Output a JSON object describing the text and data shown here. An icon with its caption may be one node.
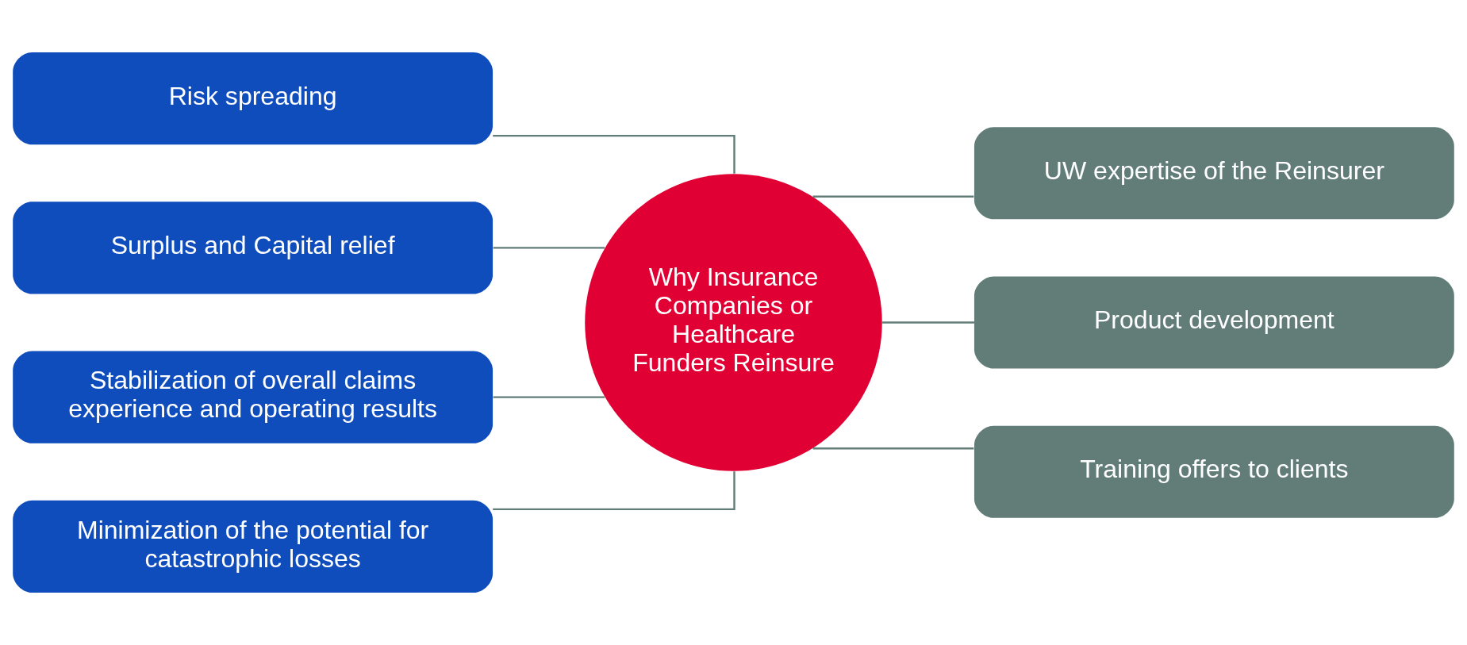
{
  "diagram": {
    "nodes": [
      {
        "text": [
          "Risk spreading"
        ]
      },
      {
        "text": [
          "Surplus and Capital relief"
        ]
      },
      {
        "text": [
          "Stabilization of overall claims experience and operating results"
        ]
      },
      {
        "text": [
          "Minimization of the potential for catastrophic losses"
        ]
      },
      {
        "text": [
          "Why Insurance Companies or Healthcare Funders Reinsure"
        ]
      },
      {
        "text": [
          "UW expertise of the Reinsurer"
        ]
      },
      {
        "text": [
          "Product development"
        ]
      },
      {
        "text": [
          "Training offers to clients"
        ]
      }
    ],
    "edges": [
      {
        "from": 0,
        "to": 4,
        "arrow": "none"
      },
      {
        "from": 1,
        "to": 4,
        "arrow": "none"
      },
      {
        "from": 2,
        "to": 4,
        "arrow": "none"
      },
      {
        "from": 3,
        "to": 4,
        "arrow": "none"
      },
      {
        "from": 4,
        "to": 5,
        "arrow": "none"
      },
      {
        "from": 4,
        "to": 6,
        "arrow": "none"
      },
      {
        "from": 4,
        "to": 7,
        "arrow": "none"
      }
    ]
  }
}
